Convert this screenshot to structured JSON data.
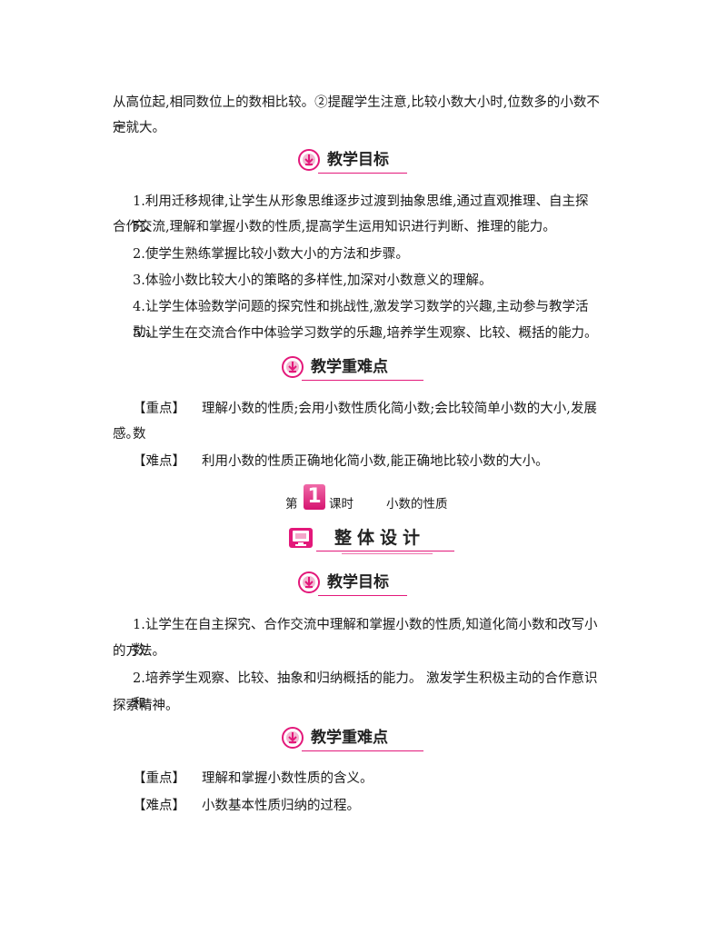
{
  "intro": {
    "line1": "从高位起,相同数位上的数相比较。②提醒学生注意,比较小数大小时,位数多的小数不一",
    "line2": "定就大。"
  },
  "section1": {
    "title": "教学目标",
    "items": [
      "1.利用迁移规律,让学生从形象思维逐步过渡到抽象思维,通过直观推理、自主探究、",
      "合作交流,理解和掌握小数的性质,提高学生运用知识进行判断、推理的能力。",
      "2.使学生熟练掌握比较小数大小的方法和步骤。",
      "3.体验小数比较大小的策略的多样性,加深对小数意义的理解。",
      "4.让学生体验数学问题的探究性和挑战性,激发学习数学的兴趣,主动参与教学活动。",
      "5.让学生在交流合作中体验学习数学的乐趣,培养学生观察、比较、概括的能力。"
    ]
  },
  "section2": {
    "title": "教学重难点",
    "key_label": "【重点】",
    "key_text1": "理解小数的性质;会用小数性质化简小数;会比较简单小数的大小,发展数",
    "key_text2": "感。",
    "diff_label": "【难点】",
    "diff_text": "利用小数的性质正确地化简小数,能正确地比较小数的大小。"
  },
  "lesson": {
    "prefix": "第",
    "number": "1",
    "suffix": "课时",
    "subject": "小数的性质"
  },
  "design": {
    "title": "整体设计"
  },
  "section3": {
    "title": "教学目标",
    "item1_line1": "1.让学生在自主探究、合作交流中理解和掌握小数的性质,知道化简小数和改写小数",
    "item1_line2": "的方法。",
    "item2_line1": "2.培养学生观察、比较、抽象和归纳概括的能力。 激发学生积极主动的合作意识和",
    "item2_line2": "探索精神。"
  },
  "section4": {
    "title": "教学重难点",
    "key_label": "【重点】",
    "key_text": "理解和掌握小数性质的含义。",
    "diff_label": "【难点】",
    "diff_text": "小数基本性质归纳的过程。"
  },
  "colors": {
    "accent": "#e3187a",
    "icon": "download-circle-icon",
    "monitor": "monitor-icon"
  }
}
